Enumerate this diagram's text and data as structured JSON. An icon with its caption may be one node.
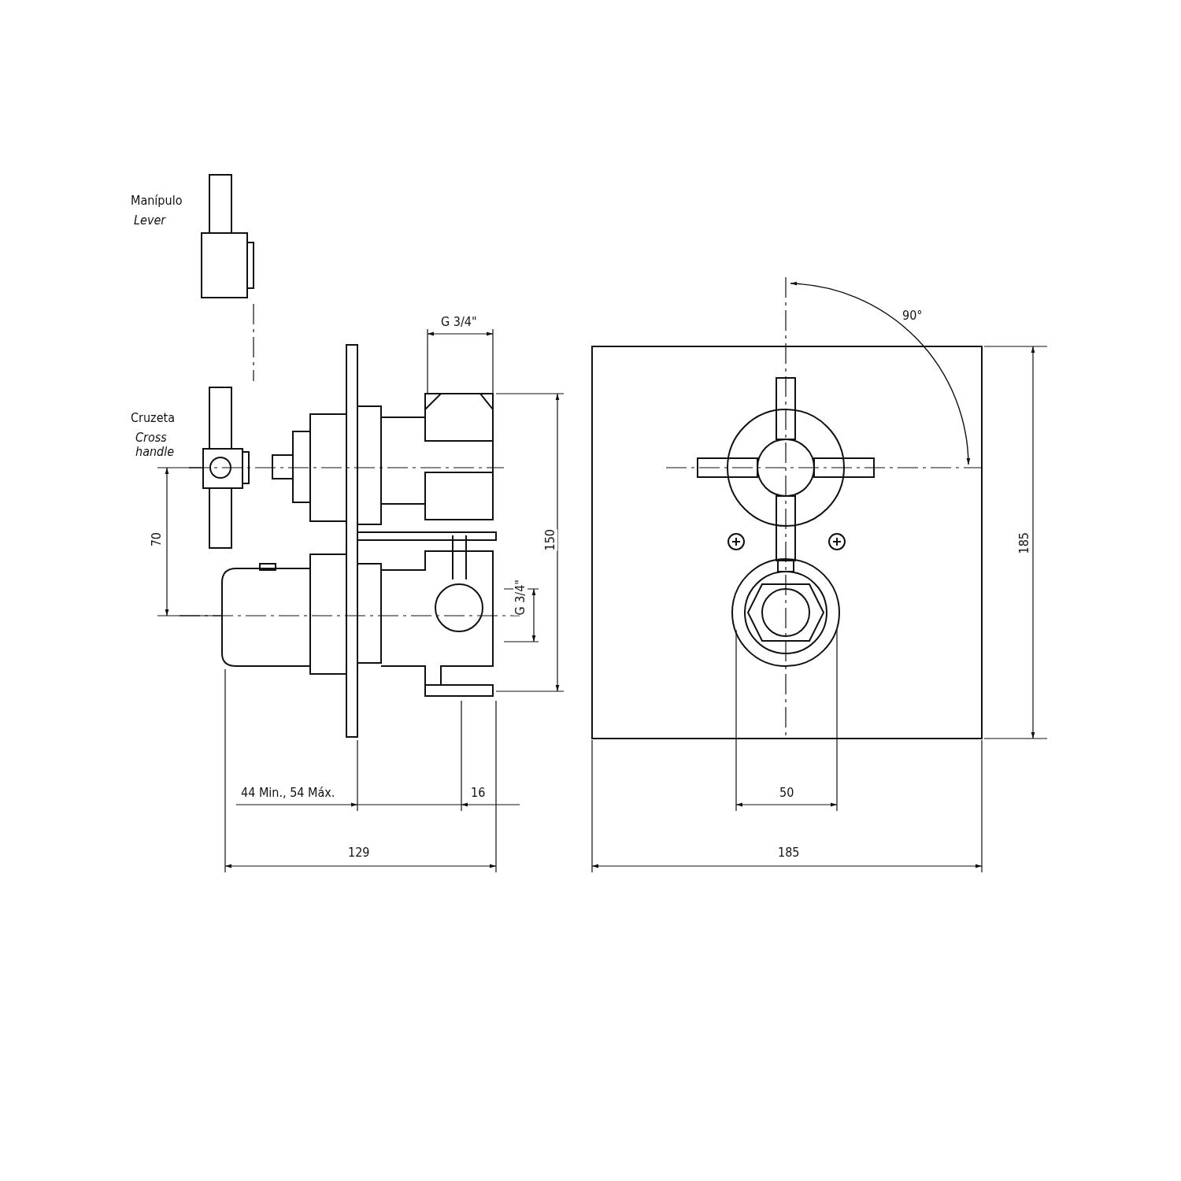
{
  "diagram": {
    "labels": [
      "Manípulo",
      "Lever",
      "G 3/4\"",
      "90°",
      "Cruzeta",
      "Cross handle",
      "150",
      "70",
      "G 3/4\"",
      "185",
      "44 Min., 54 Máx.",
      "16",
      "50",
      "129",
      "185"
    ]
  }
}
